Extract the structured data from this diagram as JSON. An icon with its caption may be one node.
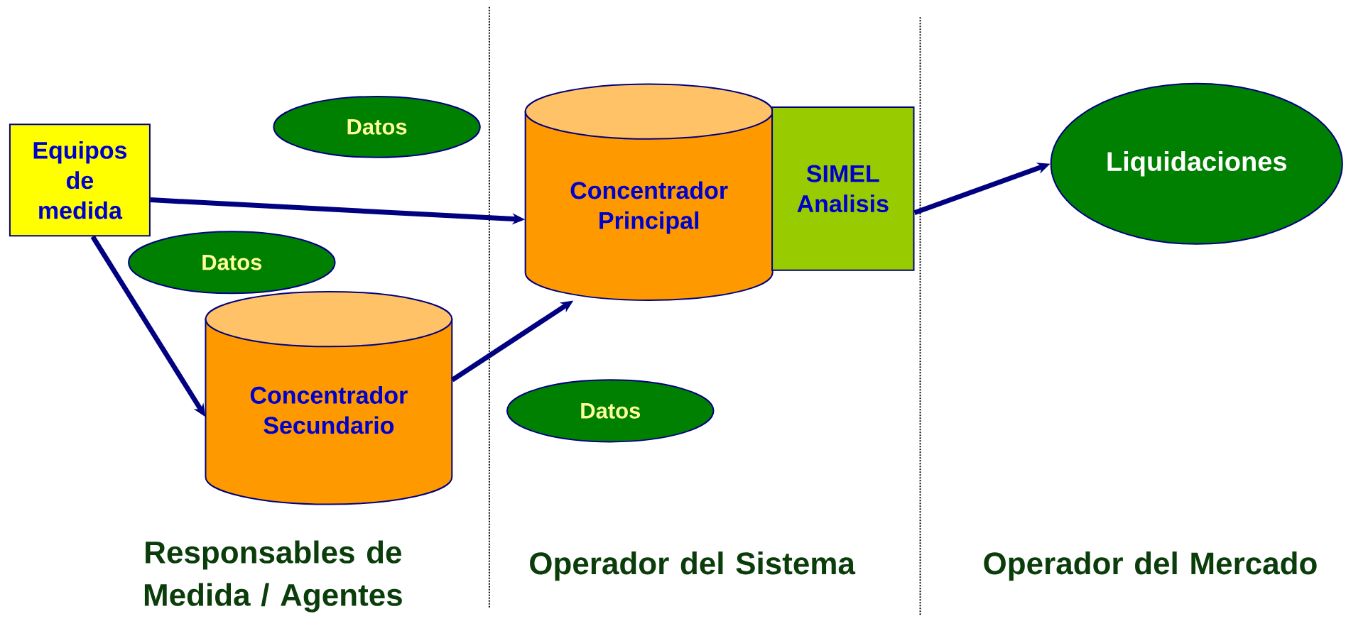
{
  "diagram": {
    "nodes": [
      {
        "text": [
          "Equipos de medida"
        ]
      },
      {
        "text": [
          "Datos"
        ]
      },
      {
        "text": [
          "Concentrador Principal"
        ]
      },
      {
        "text": [
          "SIMEL Analisis"
        ]
      },
      {
        "text": [
          "Liquidaciones"
        ]
      },
      {
        "text": [
          "Datos"
        ]
      },
      {
        "text": [
          "Concentrador Secundario"
        ]
      },
      {
        "text": [
          "Datos"
        ]
      }
    ],
    "edges": [
      {
        "from": 0,
        "to": 2,
        "arrow": "to"
      },
      {
        "from": 0,
        "to": 6,
        "arrow": "to"
      },
      {
        "from": 6,
        "to": 2,
        "arrow": "to"
      },
      {
        "from": 3,
        "to": 4,
        "arrow": "to"
      }
    ],
    "labels": [
      "Responsables de Medida / Agentes",
      "Operador del Sistema",
      "Operador del Mercado"
    ]
  }
}
